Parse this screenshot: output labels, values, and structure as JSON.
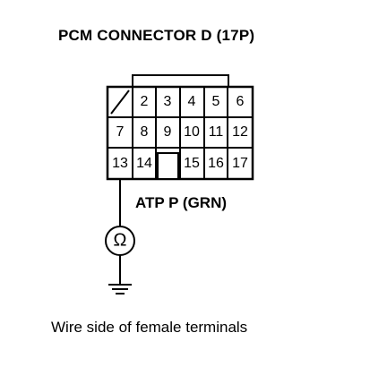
{
  "title": "PCM CONNECTOR D (17P)",
  "caption": "Wire side of female terminals",
  "connector": {
    "row1": [
      "",
      "2",
      "3",
      "4",
      "5",
      "6"
    ],
    "row2": [
      "7",
      "8",
      "9",
      "10",
      "11",
      "12"
    ],
    "row3": [
      "13",
      "14",
      "",
      "15",
      "16",
      "17"
    ]
  },
  "wire_label": "ATP P (GRN)",
  "meter_symbol": "Ω",
  "icons": {
    "meter": "ohmmeter-icon",
    "ground": "ground-icon"
  }
}
